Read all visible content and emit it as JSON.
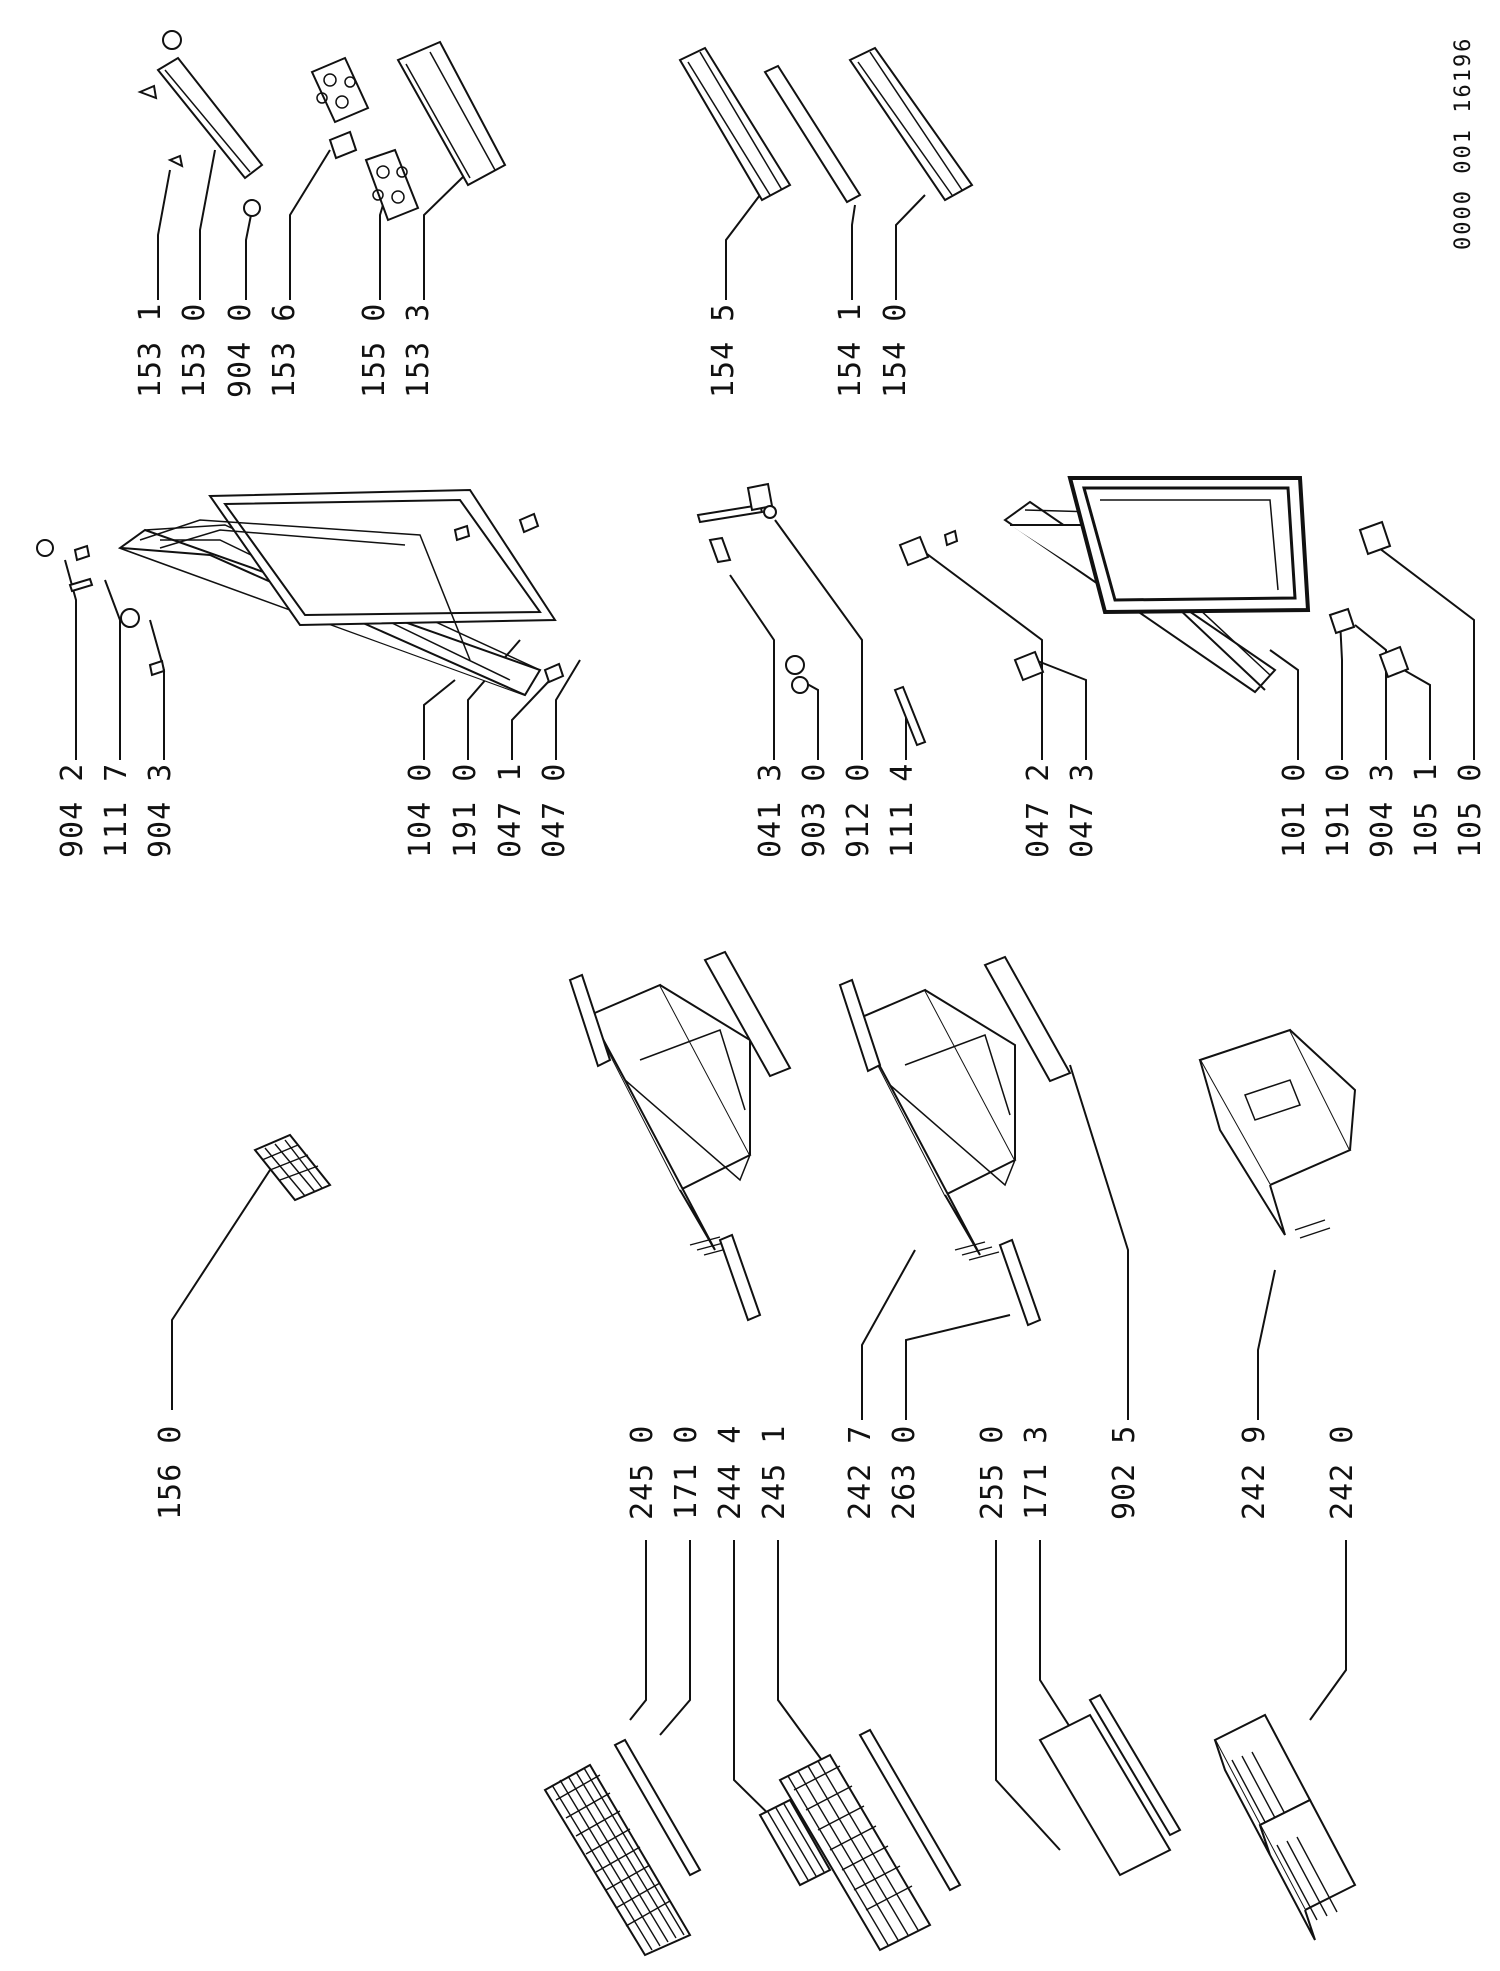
{
  "document_number": "0000 001 16196",
  "labels": [
    {
      "id": "c1-153-1",
      "text": "153 1"
    },
    {
      "id": "c1-153-0",
      "text": "153 0"
    },
    {
      "id": "c1-904-0",
      "text": "904 0"
    },
    {
      "id": "c1-153-6",
      "text": "153 6"
    },
    {
      "id": "c1-155-0",
      "text": "155 0"
    },
    {
      "id": "c1-153-3",
      "text": "153 3"
    },
    {
      "id": "c2-154-5",
      "text": "154 5"
    },
    {
      "id": "c2-154-1",
      "text": "154 1"
    },
    {
      "id": "c2-154-0",
      "text": "154 0"
    },
    {
      "id": "c3-904-2",
      "text": "904 2"
    },
    {
      "id": "c3-111-7",
      "text": "111 7"
    },
    {
      "id": "c3-904-3",
      "text": "904 3"
    },
    {
      "id": "c3-104-0",
      "text": "104 0"
    },
    {
      "id": "c3-191-0",
      "text": "191 0"
    },
    {
      "id": "c3-047-1",
      "text": "047 1"
    },
    {
      "id": "c3-047-0",
      "text": "047 0"
    },
    {
      "id": "c4-041-3",
      "text": "041 3"
    },
    {
      "id": "c4-903-0",
      "text": "903 0"
    },
    {
      "id": "c4-912-0",
      "text": "912 0"
    },
    {
      "id": "c4-111-4",
      "text": "111 4"
    },
    {
      "id": "c4-047-2",
      "text": "047 2"
    },
    {
      "id": "c4-047-3",
      "text": "047 3"
    },
    {
      "id": "c4-101-0",
      "text": "101 0"
    },
    {
      "id": "c4-191-0",
      "text": "191 0"
    },
    {
      "id": "c4-904-3",
      "text": "904 3"
    },
    {
      "id": "c4-105-1",
      "text": "105 1"
    },
    {
      "id": "c4-105-0",
      "text": "105 0"
    },
    {
      "id": "c5-156-0",
      "text": "156 0"
    },
    {
      "id": "c5-245-0",
      "text": "245 0"
    },
    {
      "id": "c5-171-0",
      "text": "171 0"
    },
    {
      "id": "c5-244-4",
      "text": "244 4"
    },
    {
      "id": "c5-245-1",
      "text": "245 1"
    },
    {
      "id": "c5-242-7",
      "text": "242 7"
    },
    {
      "id": "c5-263-0",
      "text": "263 0"
    },
    {
      "id": "c5-255-0",
      "text": "255 0"
    },
    {
      "id": "c5-171-3",
      "text": "171 3"
    },
    {
      "id": "c5-902-5",
      "text": "902 5"
    },
    {
      "id": "c5-242-9",
      "text": "242 9"
    },
    {
      "id": "c5-242-0",
      "text": "242 0"
    }
  ]
}
